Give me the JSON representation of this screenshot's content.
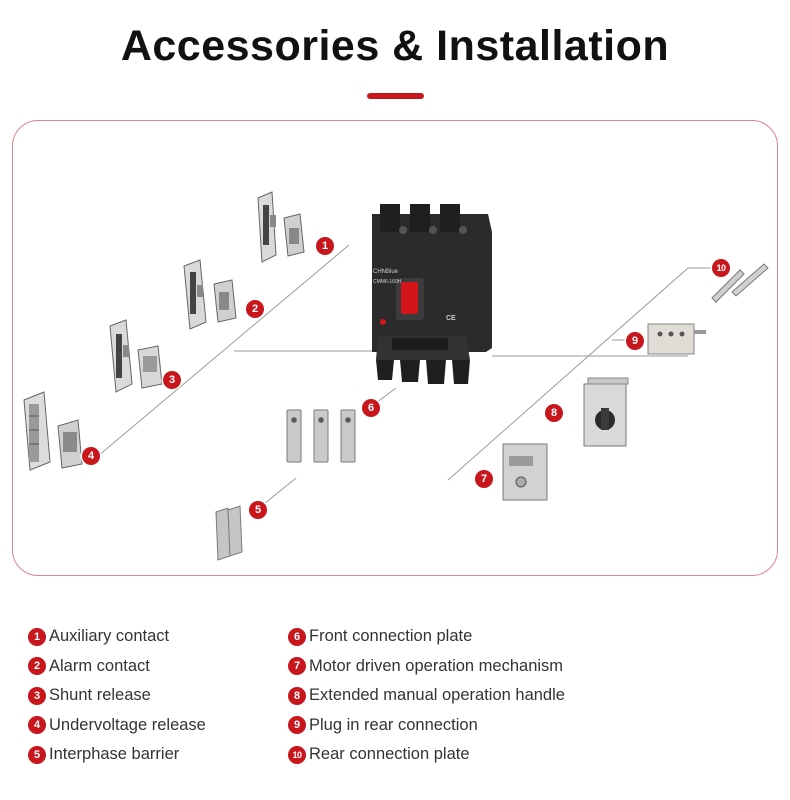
{
  "header": {
    "title": "Accessories & Installation"
  },
  "breaker": {
    "brand": "CHNBlue",
    "model": "CMM6-160H",
    "ce_mark": "CE"
  },
  "callouts": [
    "1",
    "2",
    "3",
    "4",
    "5",
    "6",
    "7",
    "8",
    "9",
    "10"
  ],
  "legend": {
    "left": [
      {
        "num": "1",
        "label": "Auxiliary contact"
      },
      {
        "num": "2",
        "label": "Alarm contact"
      },
      {
        "num": "3",
        "label": "Shunt release"
      },
      {
        "num": "4",
        "label": "Undervoltage release"
      },
      {
        "num": "5",
        "label": "Interphase barrier"
      }
    ],
    "right": [
      {
        "num": "6",
        "label": "Front connection plate"
      },
      {
        "num": "7",
        "label": "Motor driven operation mechanism"
      },
      {
        "num": "8",
        "label": "Extended manual operation handle"
      },
      {
        "num": "9",
        "label": "Plug in rear connection"
      },
      {
        "num": "10",
        "label": "Rear connection plate"
      }
    ]
  },
  "colors": {
    "accent": "#c8161d",
    "panel_border": "#d9878a",
    "breaker_body": "#2b2b2d",
    "handle": "#d4161c"
  }
}
